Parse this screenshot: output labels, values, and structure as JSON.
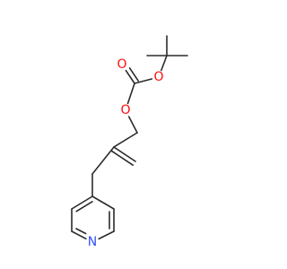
{
  "molecule": {
    "atoms": [
      {
        "id": "me1",
        "element": "C",
        "label": ""
      },
      {
        "id": "me2",
        "element": "C",
        "label": ""
      },
      {
        "id": "me3",
        "element": "C",
        "label": ""
      },
      {
        "id": "cq",
        "element": "C",
        "label": ""
      },
      {
        "id": "o_ether1",
        "element": "O",
        "label": "O",
        "color": "#ff0d0d"
      },
      {
        "id": "c_carbonyl",
        "element": "C",
        "label": ""
      },
      {
        "id": "o_carbonyl",
        "element": "O",
        "label": "O",
        "color": "#ff0d0d"
      },
      {
        "id": "o_ether2",
        "element": "O",
        "label": "O",
        "color": "#ff0d0d"
      },
      {
        "id": "ch2_o",
        "element": "C",
        "label": ""
      },
      {
        "id": "c_alkene",
        "element": "C",
        "label": ""
      },
      {
        "id": "ch2_term",
        "element": "C",
        "label": ""
      },
      {
        "id": "ch2_link",
        "element": "C",
        "label": ""
      },
      {
        "id": "py_c4",
        "element": "C",
        "label": ""
      },
      {
        "id": "py_c3",
        "element": "C",
        "label": ""
      },
      {
        "id": "py_c2",
        "element": "C",
        "label": ""
      },
      {
        "id": "py_n",
        "element": "N",
        "label": "N",
        "color": "#3050f8"
      },
      {
        "id": "py_c6",
        "element": "C",
        "label": ""
      },
      {
        "id": "py_c5",
        "element": "C",
        "label": ""
      }
    ],
    "bonds": [
      {
        "a": "cq",
        "b": "me1",
        "order": 1
      },
      {
        "a": "cq",
        "b": "me2",
        "order": 1
      },
      {
        "a": "cq",
        "b": "me3",
        "order": 1
      },
      {
        "a": "cq",
        "b": "o_ether1",
        "order": 1
      },
      {
        "a": "o_ether1",
        "b": "c_carbonyl",
        "order": 1
      },
      {
        "a": "c_carbonyl",
        "b": "o_carbonyl",
        "order": 2
      },
      {
        "a": "c_carbonyl",
        "b": "o_ether2",
        "order": 1
      },
      {
        "a": "o_ether2",
        "b": "ch2_o",
        "order": 1
      },
      {
        "a": "ch2_o",
        "b": "c_alkene",
        "order": 1
      },
      {
        "a": "c_alkene",
        "b": "ch2_term",
        "order": 2
      },
      {
        "a": "c_alkene",
        "b": "ch2_link",
        "order": 1
      },
      {
        "a": "ch2_link",
        "b": "py_c4",
        "order": 1
      },
      {
        "a": "py_c4",
        "b": "py_c3",
        "order": 2
      },
      {
        "a": "py_c3",
        "b": "py_c2",
        "order": 1
      },
      {
        "a": "py_c2",
        "b": "py_n",
        "order": 2
      },
      {
        "a": "py_n",
        "b": "py_c6",
        "order": 1
      },
      {
        "a": "py_c6",
        "b": "py_c5",
        "order": 2
      },
      {
        "a": "py_c5",
        "b": "py_c4",
        "order": 1
      }
    ]
  },
  "colors": {
    "bond": "#2b2b2b",
    "oxygen": "#ff0d0d",
    "nitrogen": "#3050f8"
  }
}
